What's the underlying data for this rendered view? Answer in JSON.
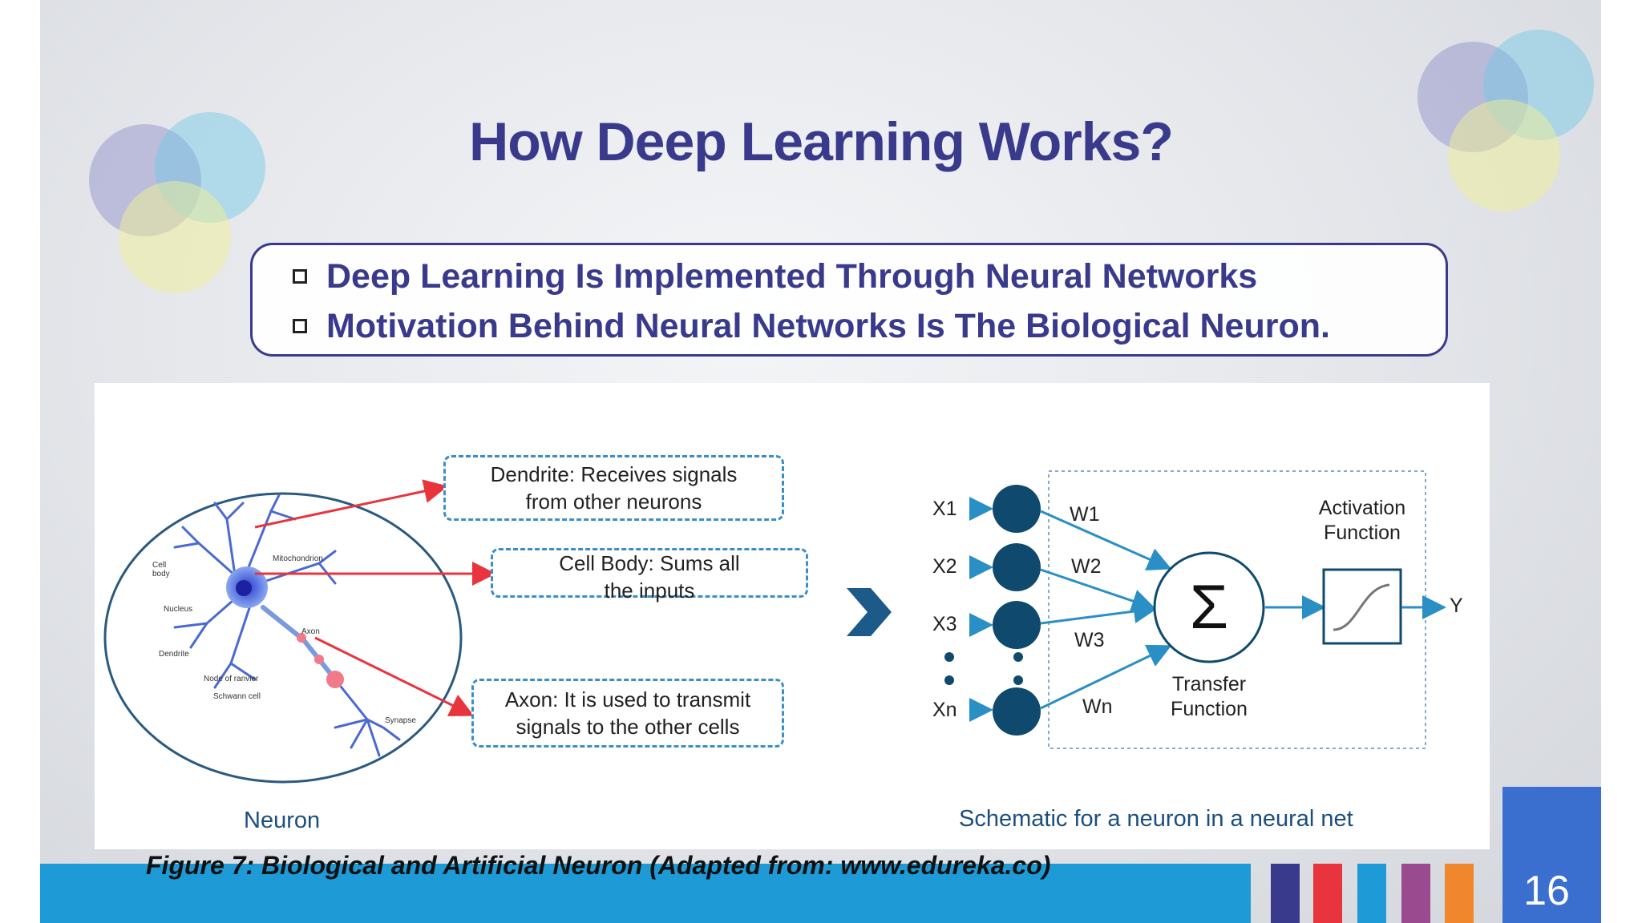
{
  "title": "How Deep Learning Works?",
  "bullets": [
    "Deep Learning Is Implemented Through Neural Networks",
    "Motivation Behind Neural Networks Is The Biological Neuron."
  ],
  "figure": {
    "dendrite_text": "Dendrite: Receives signals from other neurons",
    "cell_body_text": "Cell Body: Sums all the inputs",
    "axon_text": "Axon: It is used to transmit signals to the other cells",
    "neuron_label": "Neuron",
    "schematic_label": "Schematic for a neuron in a neural net",
    "neuron_parts": {
      "cell_body": "Cell body",
      "mitochondrion": "Mitochondrion",
      "nucleus": "Nucleus",
      "dendrite": "Dendrite",
      "axon": "Axon",
      "node_of_ranvier": "Node of ranvier",
      "schwann_cell": "Schwann cell",
      "synapse": "Synapse"
    },
    "inputs": [
      "X1",
      "X2",
      "X3",
      "Xn"
    ],
    "weights": [
      "W1",
      "W2",
      "W3",
      "Wn"
    ],
    "sigma_symbol": "Σ",
    "transfer_function": "Transfer Function",
    "activation_function": "Activation Function",
    "output": "Y"
  },
  "caption": "Figure 7: Biological and Artificial Neuron (Adapted from: www.edureka.co)",
  "page_number": "16",
  "colors": {
    "title": "#3a3a8c",
    "bottom_bar": "#1e9ad6",
    "page_box": "#3a6fd0",
    "stripes": [
      "#3a3a8c",
      "#e8343c",
      "#1e9ad6",
      "#9a4a8e",
      "#f0872c"
    ]
  }
}
